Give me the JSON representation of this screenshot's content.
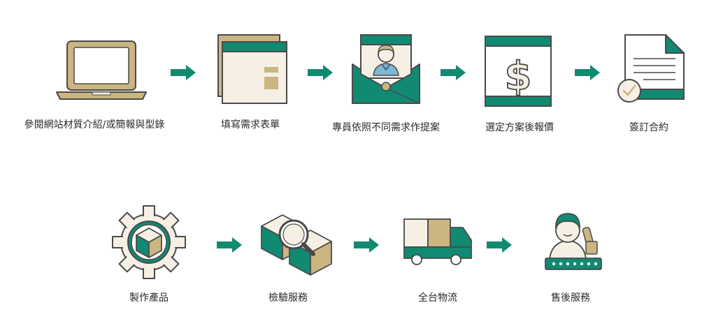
{
  "colors": {
    "green": "#118a72",
    "gold": "#cbb581",
    "cream": "#f6f0e4",
    "outline": "#4a4a4a",
    "text": "#2b2b2b"
  },
  "steps": [
    {
      "label": "參閱網站材質介紹/或簡報與型錄",
      "icon": "laptop-icon"
    },
    {
      "label": "填寫需求表單",
      "icon": "form-window-icon"
    },
    {
      "label": "專員依照不同需求作提案",
      "icon": "specialist-envelope-icon"
    },
    {
      "label": "選定方案後報價",
      "icon": "dollar-quote-icon"
    },
    {
      "label": "簽訂合約",
      "icon": "contract-document-icon"
    },
    {
      "label": "製作產品",
      "icon": "gear-box-icon"
    },
    {
      "label": "檢驗服務",
      "icon": "inspection-magnifier-icon"
    },
    {
      "label": "全台物流",
      "icon": "delivery-truck-icon"
    },
    {
      "label": "售後服務",
      "icon": "support-agent-icon"
    }
  ]
}
